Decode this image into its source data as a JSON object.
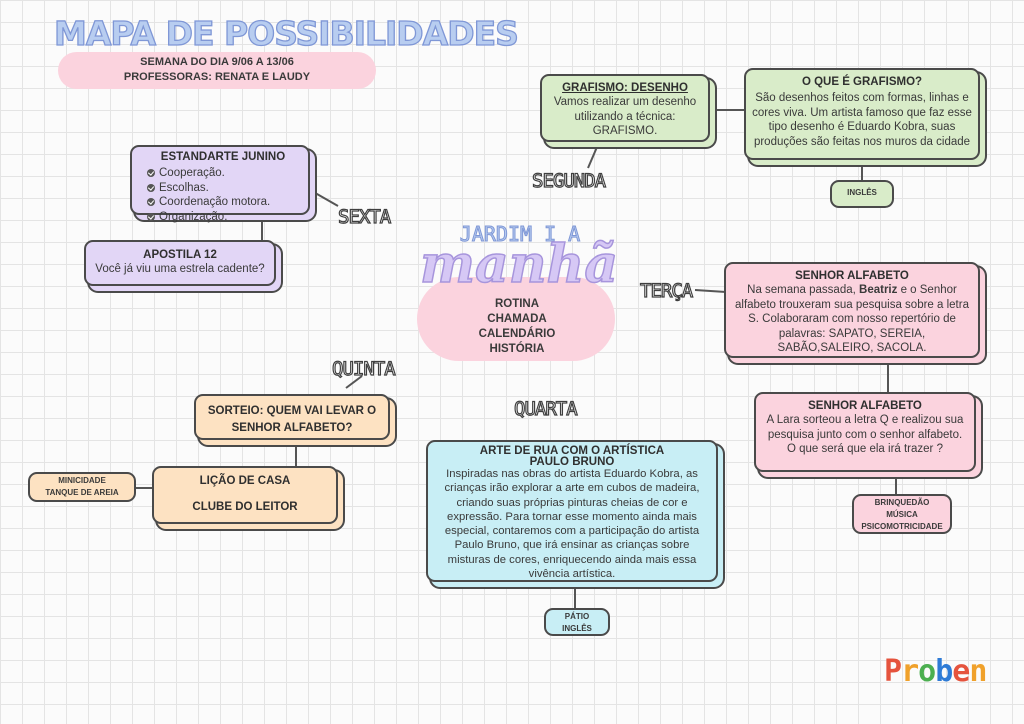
{
  "header": {
    "title": "MAPA DE POSSIBILIDADES",
    "line1": "SEMANA DO DIA 9/06 A 13/06",
    "line2": "PROFESSORAS: RENATA E LAUDY"
  },
  "center": {
    "class_name": "JARDIM I A",
    "shift": "manhã",
    "routine": [
      "ROTINA",
      "CHAMADA",
      "CALENDÁRIO",
      "HISTÓRIA"
    ]
  },
  "days": {
    "monday": "SEGUNDA",
    "tuesday": "TERÇA",
    "wednesday": "QUARTA",
    "thursday": "QUINTA",
    "friday": "SEXTA"
  },
  "monday": {
    "grafismo_title": "GRAFISMO: DESENHO",
    "grafismo_text": "Vamos realizar um desenho utilizando a técnica: GRAFISMO.",
    "oque_title": "O QUE É GRAFISMO?",
    "oque_text": "São desenhos feitos com formas, linhas e cores viva. Um artista famoso que faz esse tipo desenho é Eduardo Kobra, suas produções são feitas nos muros da cidade",
    "extra": "INGLÊS"
  },
  "tuesday": {
    "box1_title": "SENHOR ALFABETO",
    "box1_pre": "Na semana passada, ",
    "box1_bold": "Beatriz",
    "box1_post": " e o Senhor alfabeto trouxeram sua pesquisa sobre a letra S. Colaboraram com nosso repertório de palavras: SAPATO, SEREIA, SABÃO,SALEIRO, SACOLA.",
    "box2_title": "SENHOR ALFABETO",
    "box2_text": "A Lara sorteou a letra Q e realizou sua pesquisa junto com o senhor alfabeto.",
    "box2_question": "O que será que ela irá trazer ?",
    "extras": [
      "BRINQUEDÃO",
      "MÚSICA",
      "PSICOMOTRICIDADE"
    ]
  },
  "wednesday": {
    "title_line1": "ARTE DE RUA  COM O ARTÍSTICA",
    "title_line2": "PAULO BRUNO",
    "text": "Inspiradas nas obras do artista Eduardo Kobra, as crianças irão explorar a arte em cubos de madeira, criando suas próprias pinturas cheias de cor e expressão. Para tornar esse momento ainda mais especial, contaremos com a participação do artista Paulo Bruno, que irá ensinar as crianças sobre misturas de cores, enriquecendo ainda mais essa vivência artística.",
    "extras": [
      "PÁTIO",
      "INGLÊS"
    ]
  },
  "thursday": {
    "sorteio": "SORTEIO: QUEM VAI LEVAR O SENHOR ALFABETO?",
    "licao": "LIÇÃO DE CASA",
    "clube": "CLUBE DO LEITOR",
    "extras": [
      "MINICIDADE",
      "TANQUE DE AREIA"
    ]
  },
  "friday": {
    "estandarte_title": "ESTANDARTE JUNINO",
    "items": [
      "Cooperação.",
      "Escolhas.",
      "Coordenação motora.",
      "Organização."
    ],
    "apostila_title": "APOSTILA 12",
    "apostila_text": "Você já viu uma estrela cadente?"
  },
  "brand": "Proben",
  "colors": {
    "green": "#d9ecc9",
    "purple": "#e2d6f6",
    "pink": "#fbd3de",
    "peach": "#fde2c2",
    "cyan": "#c8eef5",
    "heading_blue": "#b8cdf0"
  }
}
